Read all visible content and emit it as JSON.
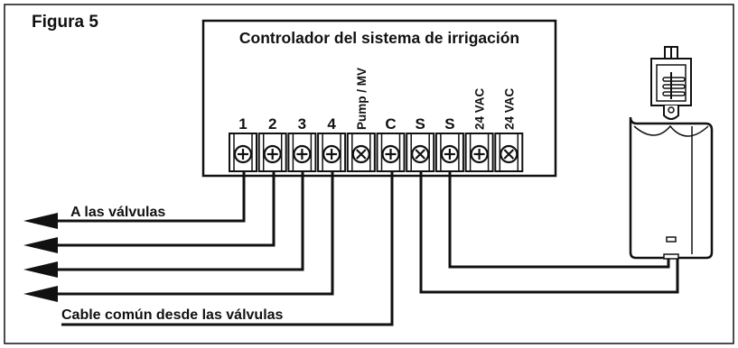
{
  "figure": {
    "label": "Figura 5",
    "controller_title": "Controlador del sistema de irrigación"
  },
  "terminals": [
    {
      "label": "1",
      "screw": "plus"
    },
    {
      "label": "2",
      "screw": "plus"
    },
    {
      "label": "3",
      "screw": "plus"
    },
    {
      "label": "4",
      "screw": "plus"
    },
    {
      "label": "Pump / MV",
      "screw": "cross"
    },
    {
      "label": "C",
      "screw": "plus"
    },
    {
      "label": "S",
      "screw": "cross"
    },
    {
      "label": "S",
      "screw": "plus"
    },
    {
      "label": "24 VAC",
      "screw": "plus"
    },
    {
      "label": "24 VAC",
      "screw": "cross"
    }
  ],
  "wires": {
    "valves_label": "A las válvulas",
    "common_label": "Cable común desde las válvulas"
  },
  "colors": {
    "line": "#111111",
    "terminal_fill": "#ffffff",
    "background": "#ffffff"
  }
}
